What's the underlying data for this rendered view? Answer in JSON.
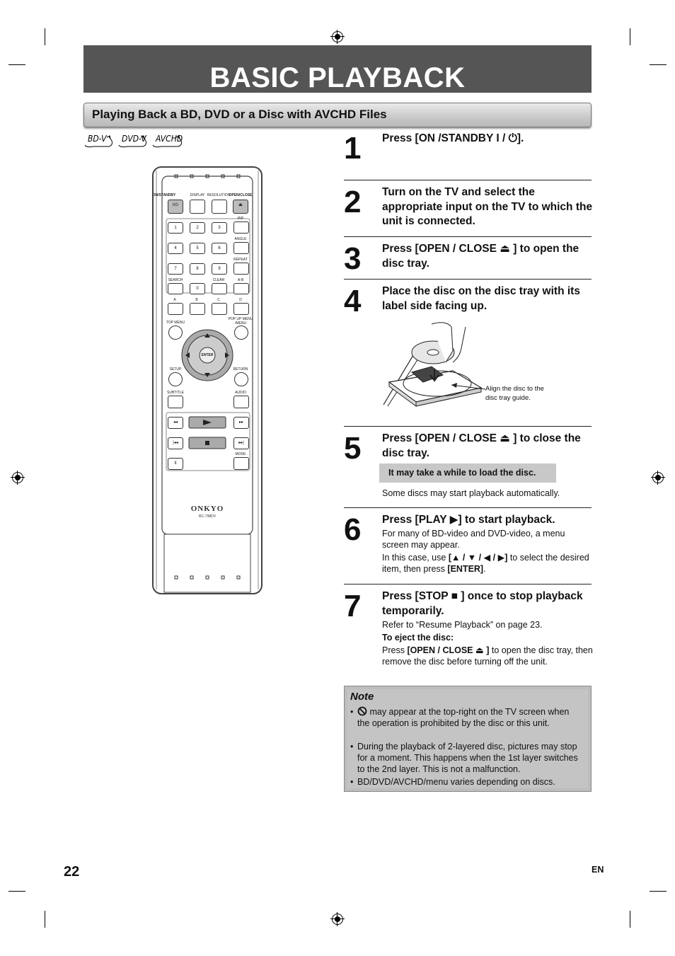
{
  "page": {
    "title": "BASIC PLAYBACK",
    "section": "Playing Back a BD, DVD or a Disc with AVCHD Files",
    "disc_badges": [
      "BD-V",
      "DVD-V",
      "AVCHD"
    ],
    "page_number": "22",
    "language": "EN"
  },
  "steps": [
    {
      "num": "1",
      "text": "Press [ON /STANDBY I / ⏻]."
    },
    {
      "num": "2",
      "text": "Turn on the TV and select the appropriate input on the TV to which the unit is connected."
    },
    {
      "num": "3",
      "text": "Press [OPEN / CLOSE ⏏ ] to open the disc tray."
    },
    {
      "num": "4",
      "text": "Place the disc on the disc tray with its label side facing up.",
      "illustration_caption_1": "Align the disc to the",
      "illustration_caption_2": "disc tray guide."
    },
    {
      "num": "5",
      "text": "Press [OPEN / CLOSE ⏏ ] to close the disc tray.",
      "notice": "It may take a while to load the disc.",
      "sub": "Some discs may start playback automatically."
    },
    {
      "num": "6",
      "text": "Press [PLAY ▶] to start playback.",
      "sub1": "For many of BD-video and DVD-video, a menu screen may appear.",
      "sub2_a": "In this case, use ",
      "sub2_b": "[▲ / ▼ / ◀ / ▶]",
      "sub2_c": " to select the desired item, then press ",
      "sub2_d": "[ENTER]",
      "sub2_e": "."
    },
    {
      "num": "7",
      "text": "Press [STOP ■ ] once to stop playback temporarily.",
      "sub1": "Refer to “Resume Playback” on page 23.",
      "sub2": "To eject the disc:",
      "sub3_a": "Press ",
      "sub3_b": "[OPEN / CLOSE ⏏ ]",
      "sub3_c": " to open the disc tray, then remove the disc before turning off the unit."
    }
  ],
  "note": {
    "title": "Note",
    "items": [
      " may appear at the top-right on the TV screen when the operation is prohibited by the disc or this unit.",
      "During the playback of 2-layered disc, pictures may stop for a moment. This happens when the 1st layer switches to the 2nd layer. This is not a malfunction.",
      "BD/DVD/AVCHD/menu varies depending on discs."
    ]
  },
  "remote": {
    "brand": "ONKYO",
    "model": "RC-798DV",
    "labels": {
      "on_standby": "ON/STANDBY",
      "display": "DISPLAY",
      "resolution": "RESOLUTION",
      "open_close": "OPEN/CLOSE",
      "pip": "PIP",
      "angle": "ANGLE",
      "repeat": "REPEAT",
      "search": "SEARCH",
      "clear": "CLEAR",
      "ab": "A-B",
      "a": "A",
      "b": "B",
      "c": "C",
      "d": "D",
      "top_menu": "TOP MENU",
      "popup_menu": "POP UP MENU /MENU",
      "enter": "ENTER",
      "setup": "SETUP",
      "return": "RETURN",
      "subtitle": "SUBTITLE",
      "audio": "AUDIO",
      "mode": "MODE"
    },
    "digits": [
      "1",
      "2",
      "3",
      "4",
      "5",
      "6",
      "7",
      "8",
      "9",
      "0"
    ]
  }
}
